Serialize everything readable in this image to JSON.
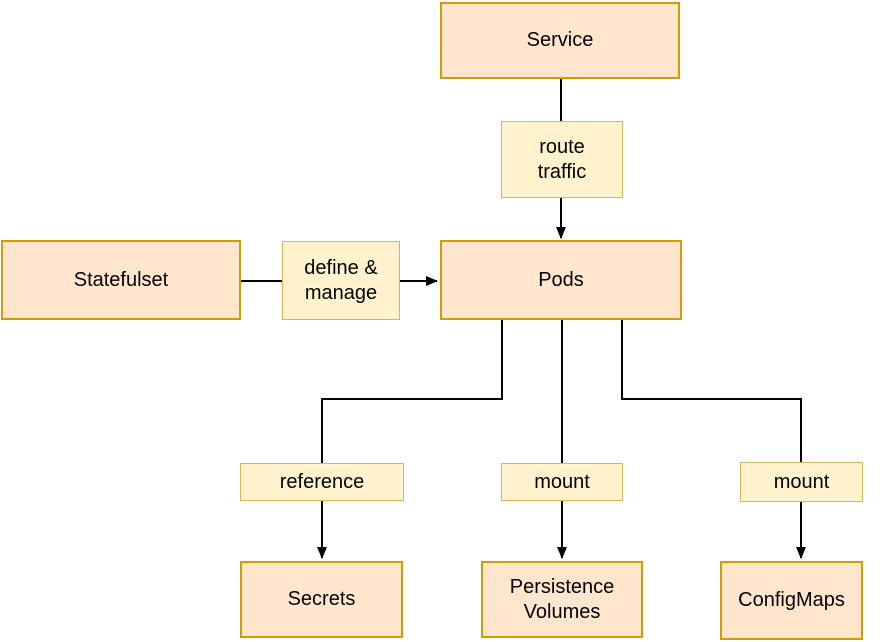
{
  "diagram": {
    "kind": "kubernetes-architecture-diagram",
    "nodes": {
      "service": {
        "label": "Service"
      },
      "statefulset": {
        "label": "Statefulset"
      },
      "pods": {
        "label": "Pods"
      },
      "secrets": {
        "label": "Secrets"
      },
      "persistence_volumes": {
        "label": "Persistence Volumes"
      },
      "configmaps": {
        "label": "ConfigMaps"
      }
    },
    "edge_labels": {
      "route_traffic": {
        "label": "route traffic"
      },
      "define_manage": {
        "label": "define & manage"
      },
      "reference": {
        "label": "reference"
      },
      "mount_pv": {
        "label": "mount"
      },
      "mount_cm": {
        "label": "mount"
      }
    },
    "edges": [
      {
        "from": "Service",
        "to": "Pods",
        "label": "route traffic"
      },
      {
        "from": "Statefulset",
        "to": "Pods",
        "label": "define & manage"
      },
      {
        "from": "Pods",
        "to": "Secrets",
        "label": "reference"
      },
      {
        "from": "Pods",
        "to": "Persistence Volumes",
        "label": "mount"
      },
      {
        "from": "Pods",
        "to": "ConfigMaps",
        "label": "mount"
      }
    ],
    "colors": {
      "node_fill": "#ffe6cc",
      "node_border": "#d79b00",
      "label_fill": "#fff2cc",
      "label_border": "#d6b656",
      "connector": "#000000",
      "background": "#ffffff",
      "text": "#000000"
    }
  }
}
